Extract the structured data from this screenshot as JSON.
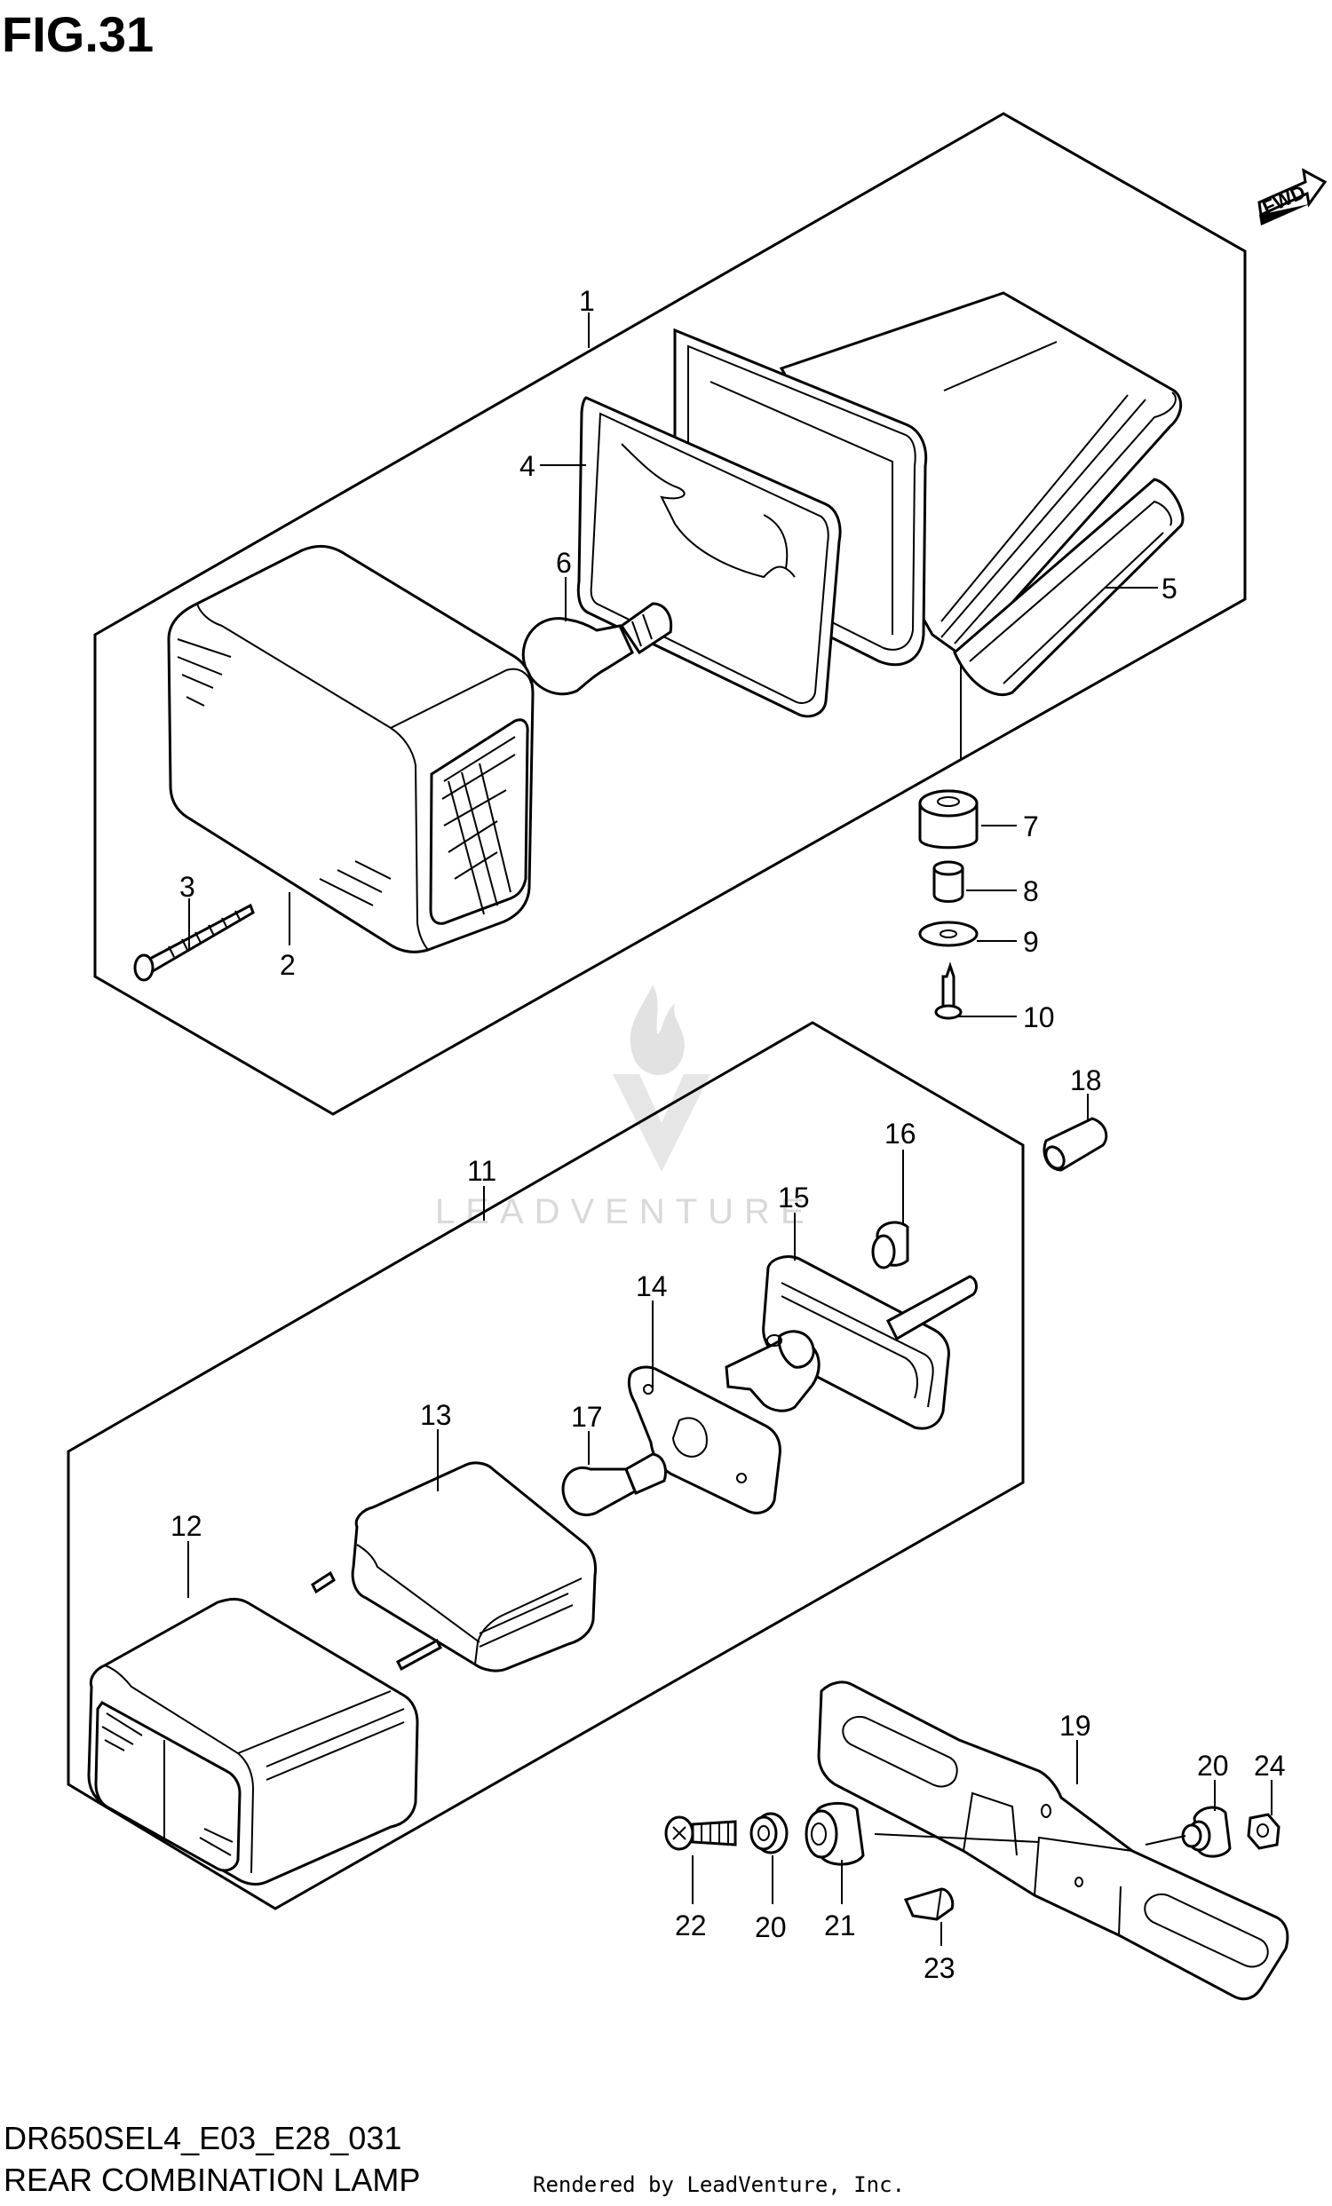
{
  "figure": {
    "title": "FIG.31"
  },
  "direction": {
    "label": "FWD"
  },
  "watermark": {
    "text": "LEADVENTURE"
  },
  "footer": {
    "model_code": "DR650SEL4_E03_E28_031",
    "assembly_name": "REAR COMBINATION LAMP",
    "rendered_by": "Rendered by LeadVenture, Inc."
  },
  "callouts": [
    {
      "id": "c1",
      "label": "1"
    },
    {
      "id": "c2",
      "label": "2"
    },
    {
      "id": "c3",
      "label": "3"
    },
    {
      "id": "c4",
      "label": "4"
    },
    {
      "id": "c5",
      "label": "5"
    },
    {
      "id": "c6",
      "label": "6"
    },
    {
      "id": "c7",
      "label": "7"
    },
    {
      "id": "c8",
      "label": "8"
    },
    {
      "id": "c9",
      "label": "9"
    },
    {
      "id": "c10",
      "label": "10"
    },
    {
      "id": "c11",
      "label": "11"
    },
    {
      "id": "c12",
      "label": "12"
    },
    {
      "id": "c13",
      "label": "13"
    },
    {
      "id": "c14",
      "label": "14"
    },
    {
      "id": "c15",
      "label": "15"
    },
    {
      "id": "c16",
      "label": "16"
    },
    {
      "id": "c17",
      "label": "17"
    },
    {
      "id": "c18",
      "label": "18"
    },
    {
      "id": "c19",
      "label": "19"
    },
    {
      "id": "c20a",
      "label": "20"
    },
    {
      "id": "c20b",
      "label": "20"
    },
    {
      "id": "c21",
      "label": "21"
    },
    {
      "id": "c22",
      "label": "22"
    },
    {
      "id": "c23",
      "label": "23"
    },
    {
      "id": "c24",
      "label": "24"
    }
  ]
}
